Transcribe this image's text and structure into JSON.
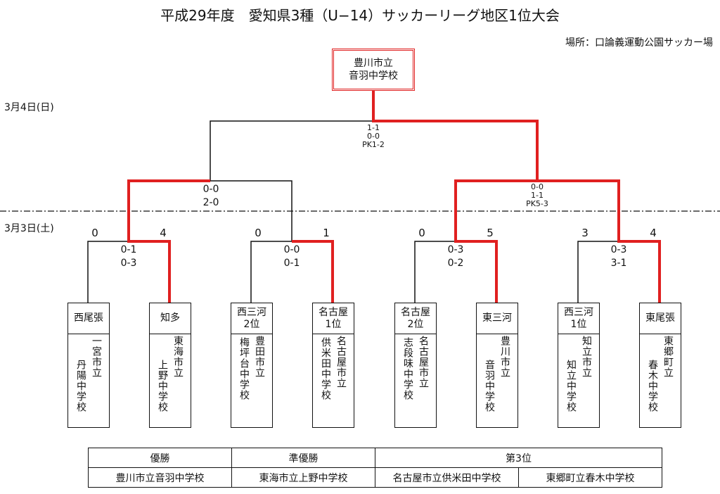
{
  "title": "平成29年度　愛知県3種（U−14）サッカーリーグ地区1位大会",
  "venue": "場所：口論義運動公園サッカー場",
  "dates": {
    "day2": "3月4日(日)",
    "day1": "3月3日(土)"
  },
  "champion_box": {
    "line1": "豊川市立",
    "line2": "音羽中学校"
  },
  "final_score": {
    "line1": "1-1",
    "line2": "0-0",
    "line3": "PK1-2"
  },
  "semi_scores": [
    {
      "line1": "0-0",
      "line2": "2-0"
    },
    {
      "line1": "0-0",
      "line2": "1-1",
      "line3": "PK5-3"
    }
  ],
  "qf_scores": [
    {
      "line1": "0-1",
      "line2": "0-3"
    },
    {
      "line1": "0-0",
      "line2": "0-1"
    },
    {
      "line1": "0-3",
      "line2": "0-2"
    },
    {
      "line1": "0-3",
      "line2": "3-1"
    }
  ],
  "seeds": [
    "0",
    "4",
    "0",
    "1",
    "0",
    "5",
    "3",
    "4"
  ],
  "teams": [
    {
      "region1": "西尾張",
      "region2": "",
      "col_right": "一宮市立",
      "col_left": "丹陽中学校"
    },
    {
      "region1": "知多",
      "region2": "",
      "col_right": "東海市立",
      "col_left": "上野中学校"
    },
    {
      "region1": "西三河",
      "region2": "2位",
      "col_right": "豊田市立",
      "col_left": "梅坪台中学校"
    },
    {
      "region1": "名古屋",
      "region2": "1位",
      "col_right": "名古屋市立",
      "col_left": "供米田中学校"
    },
    {
      "region1": "名古屋",
      "region2": "2位",
      "col_right": "名古屋市立",
      "col_left": "志段味中学校"
    },
    {
      "region1": "東三河",
      "region2": "",
      "col_right": "豊川市立",
      "col_left": "音羽中学校"
    },
    {
      "region1": "西三河",
      "region2": "1位",
      "col_right": "知立市立",
      "col_left": "知立中学校"
    },
    {
      "region1": "東尾張",
      "region2": "",
      "col_right": "東郷町立",
      "col_left": "春木中学校"
    }
  ],
  "results": {
    "headers": [
      "優勝",
      "準優勝",
      "第3位"
    ],
    "winner": "豊川市立音羽中学校",
    "runner_up": "東海市立上野中学校",
    "third": [
      "名古屋市立供米田中学校",
      "東郷町立春木中学校"
    ]
  },
  "colors": {
    "winner_line": "#e02020",
    "line": "#111111"
  }
}
